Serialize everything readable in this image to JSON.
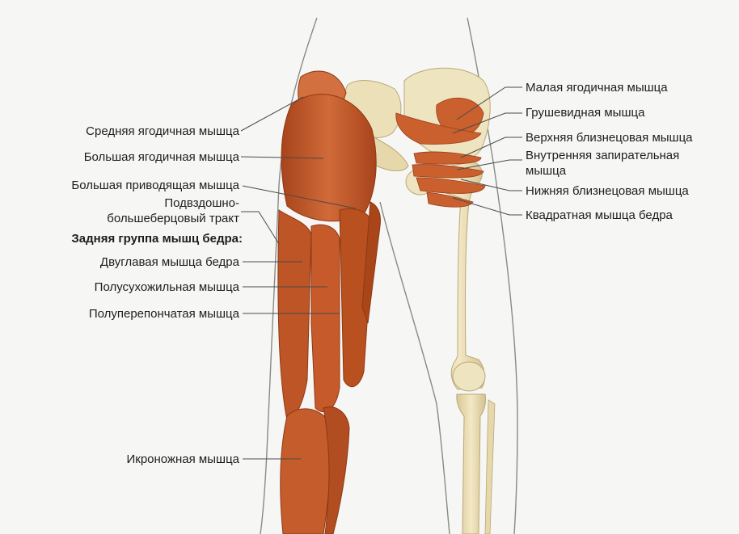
{
  "colors": {
    "background": "#f6f6f4",
    "muscle": "#c65a2b",
    "muscle_dark": "#9a3d18",
    "muscle_light": "#e0875a",
    "bone": "#ecdfb6",
    "bone_shadow": "#c9b88a",
    "skin_outline": "#8a8a84",
    "leader_line": "#4a4a4a",
    "text": "#1e1e1e"
  },
  "labels": {
    "left": {
      "gluteus_medius": "Средняя ягодичная мышца",
      "gluteus_maximus": "Большая ягодичная мышца",
      "adductor_magnus": "Большая приводящая мышца",
      "iliotibial_tract_line1": "Подвздошно-",
      "iliotibial_tract_line2": "большеберцовый тракт",
      "hamstrings_heading": "Задняя группа мышц бедра:",
      "biceps_femoris": "Двуглавая мышца бедра",
      "semitendinosus": "Полусухожильная мышца",
      "semimembranosus": "Полуперепончатая мышца",
      "gastrocnemius": "Икроножная мышца"
    },
    "right": {
      "gluteus_minimus": "Малая ягодичная мышца",
      "piriformis": "Грушевидная мышца",
      "gemellus_superior": "Верхняя близнецовая мышца",
      "obturator_internus_line1": "Внутренняя запирательная",
      "obturator_internus_line2": "мышца",
      "gemellus_inferior": "Нижняя близнецовая мышца",
      "quadratus_femoris": "Квадратная мышца бедра"
    }
  }
}
